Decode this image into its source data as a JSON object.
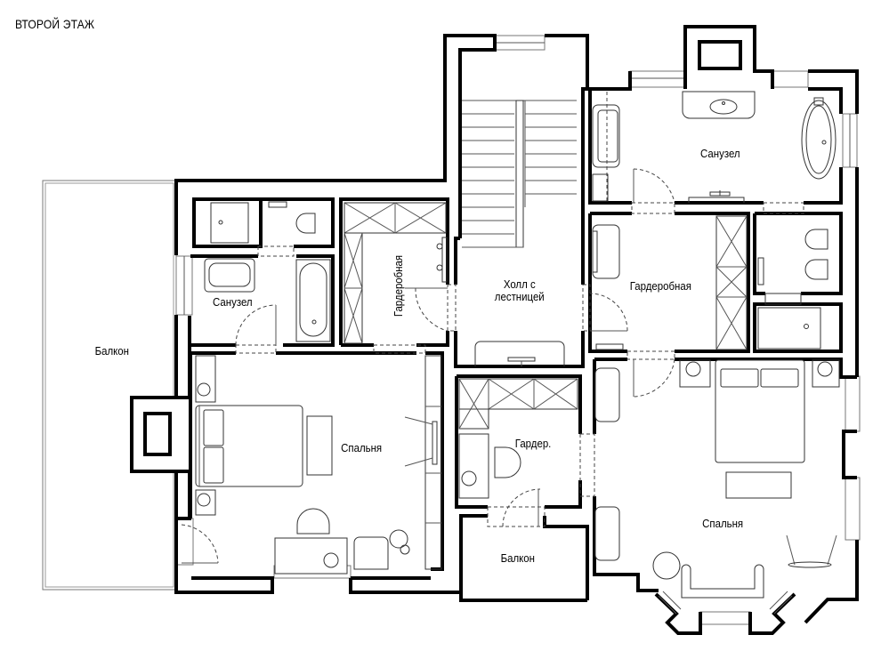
{
  "plan": {
    "title": "ВТОРОЙ ЭТАЖ",
    "rooms": {
      "balcony_left": "Балкон",
      "bathroom_left": "Санузел",
      "wardrobe_left": "Гардеробная",
      "hall_line1": "Холл с",
      "hall_line2": "лестницей",
      "bathroom_right": "Санузел",
      "wardrobe_right": "Гардеробная",
      "bedroom_left": "Спальня",
      "wardrobe_small": "Гардер.",
      "balcony_bottom": "Балкон",
      "bedroom_right": "Спальня"
    }
  }
}
